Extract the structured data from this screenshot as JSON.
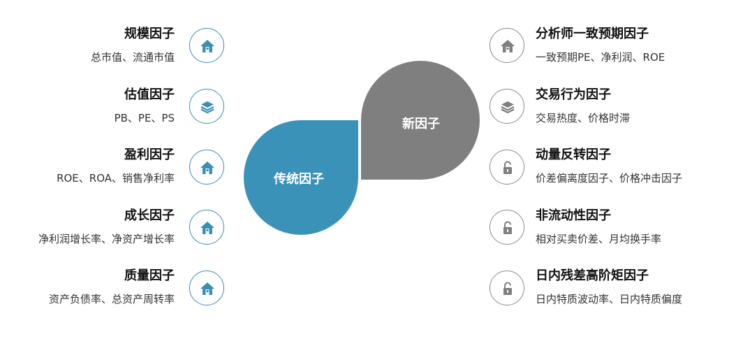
{
  "center": {
    "traditional_label": "传统因子",
    "new_label": "新因子",
    "traditional_color": "#3a92b8",
    "new_color": "#7f7f7f"
  },
  "traditional": [
    {
      "title": "规模因子",
      "desc": "总市值、流通市值",
      "icon": "home-icon"
    },
    {
      "title": "估值因子",
      "desc": "PB、PE、PS",
      "icon": "layers-icon"
    },
    {
      "title": "盈利因子",
      "desc": "ROE、ROA、销售净利率",
      "icon": "home-icon"
    },
    {
      "title": "成长因子",
      "desc": "净利润增长率、净资产增长率",
      "icon": "home-icon"
    },
    {
      "title": "质量因子",
      "desc": "资产负债率、总资产周转率",
      "icon": "home-icon"
    }
  ],
  "new": [
    {
      "title": "分析师一致预期因子",
      "desc": "一致预期PE、净利润、ROE",
      "icon": "home-icon"
    },
    {
      "title": "交易行为因子",
      "desc": "交易热度、价格时滞",
      "icon": "layers-icon"
    },
    {
      "title": "动量反转因子",
      "desc": "价差偏离度因子、价格冲击因子",
      "icon": "unlock-icon"
    },
    {
      "title": "非流动性因子",
      "desc": "相对买卖价差、月均换手率",
      "icon": "unlock-icon"
    },
    {
      "title": "日内残差高阶矩因子",
      "desc": "日内特质波动率、日内特质偏度",
      "icon": "unlock-icon"
    }
  ]
}
